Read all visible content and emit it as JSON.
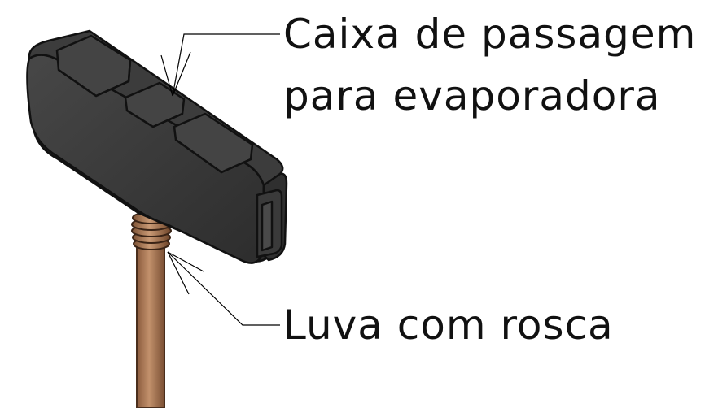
{
  "callouts": {
    "box": {
      "line1": "Caixa de passagem",
      "line2": "para evaporadora"
    },
    "coupling": {
      "text": "Luva com rosca"
    }
  },
  "colors": {
    "box_body": "#3a3a3a",
    "box_edge": "#141414",
    "pipe": "#b07d58",
    "pipe_dark": "#7e5236",
    "leader": "#000000",
    "text": "#111111"
  },
  "icons": {
    "illustration": "junction-box-with-pipe"
  }
}
